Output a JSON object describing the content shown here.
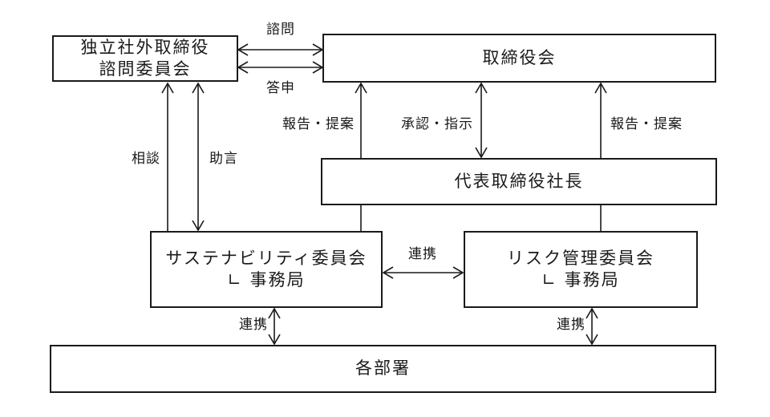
{
  "diagram": {
    "nodes": {
      "advisory": {
        "line1": "独立社外取締役",
        "line2": "諮問委員会"
      },
      "board": {
        "label": "取締役会"
      },
      "president": {
        "label": "代表取締役社長"
      },
      "sustainability": {
        "label": "サステナビリティ委員会",
        "sublabel": "∟ 事務局"
      },
      "risk": {
        "label": "リスク管理委員会",
        "sublabel": "∟ 事務局"
      },
      "departments": {
        "label": "各部署"
      }
    },
    "edge_labels": {
      "consult_top": "諮問",
      "report_back": "答申",
      "consult_left": "相談",
      "advice": "助言",
      "report_propose_left": "報告・提案",
      "approve_instruct": "承認・指示",
      "report_propose_right": "報告・提案",
      "cooperate_mid": "連携",
      "cooperate_left": "連携",
      "cooperate_right": "連携"
    },
    "colors": {
      "background": "#ffffff",
      "line": "#1a1a1a",
      "text": "#1a1a1a"
    }
  }
}
